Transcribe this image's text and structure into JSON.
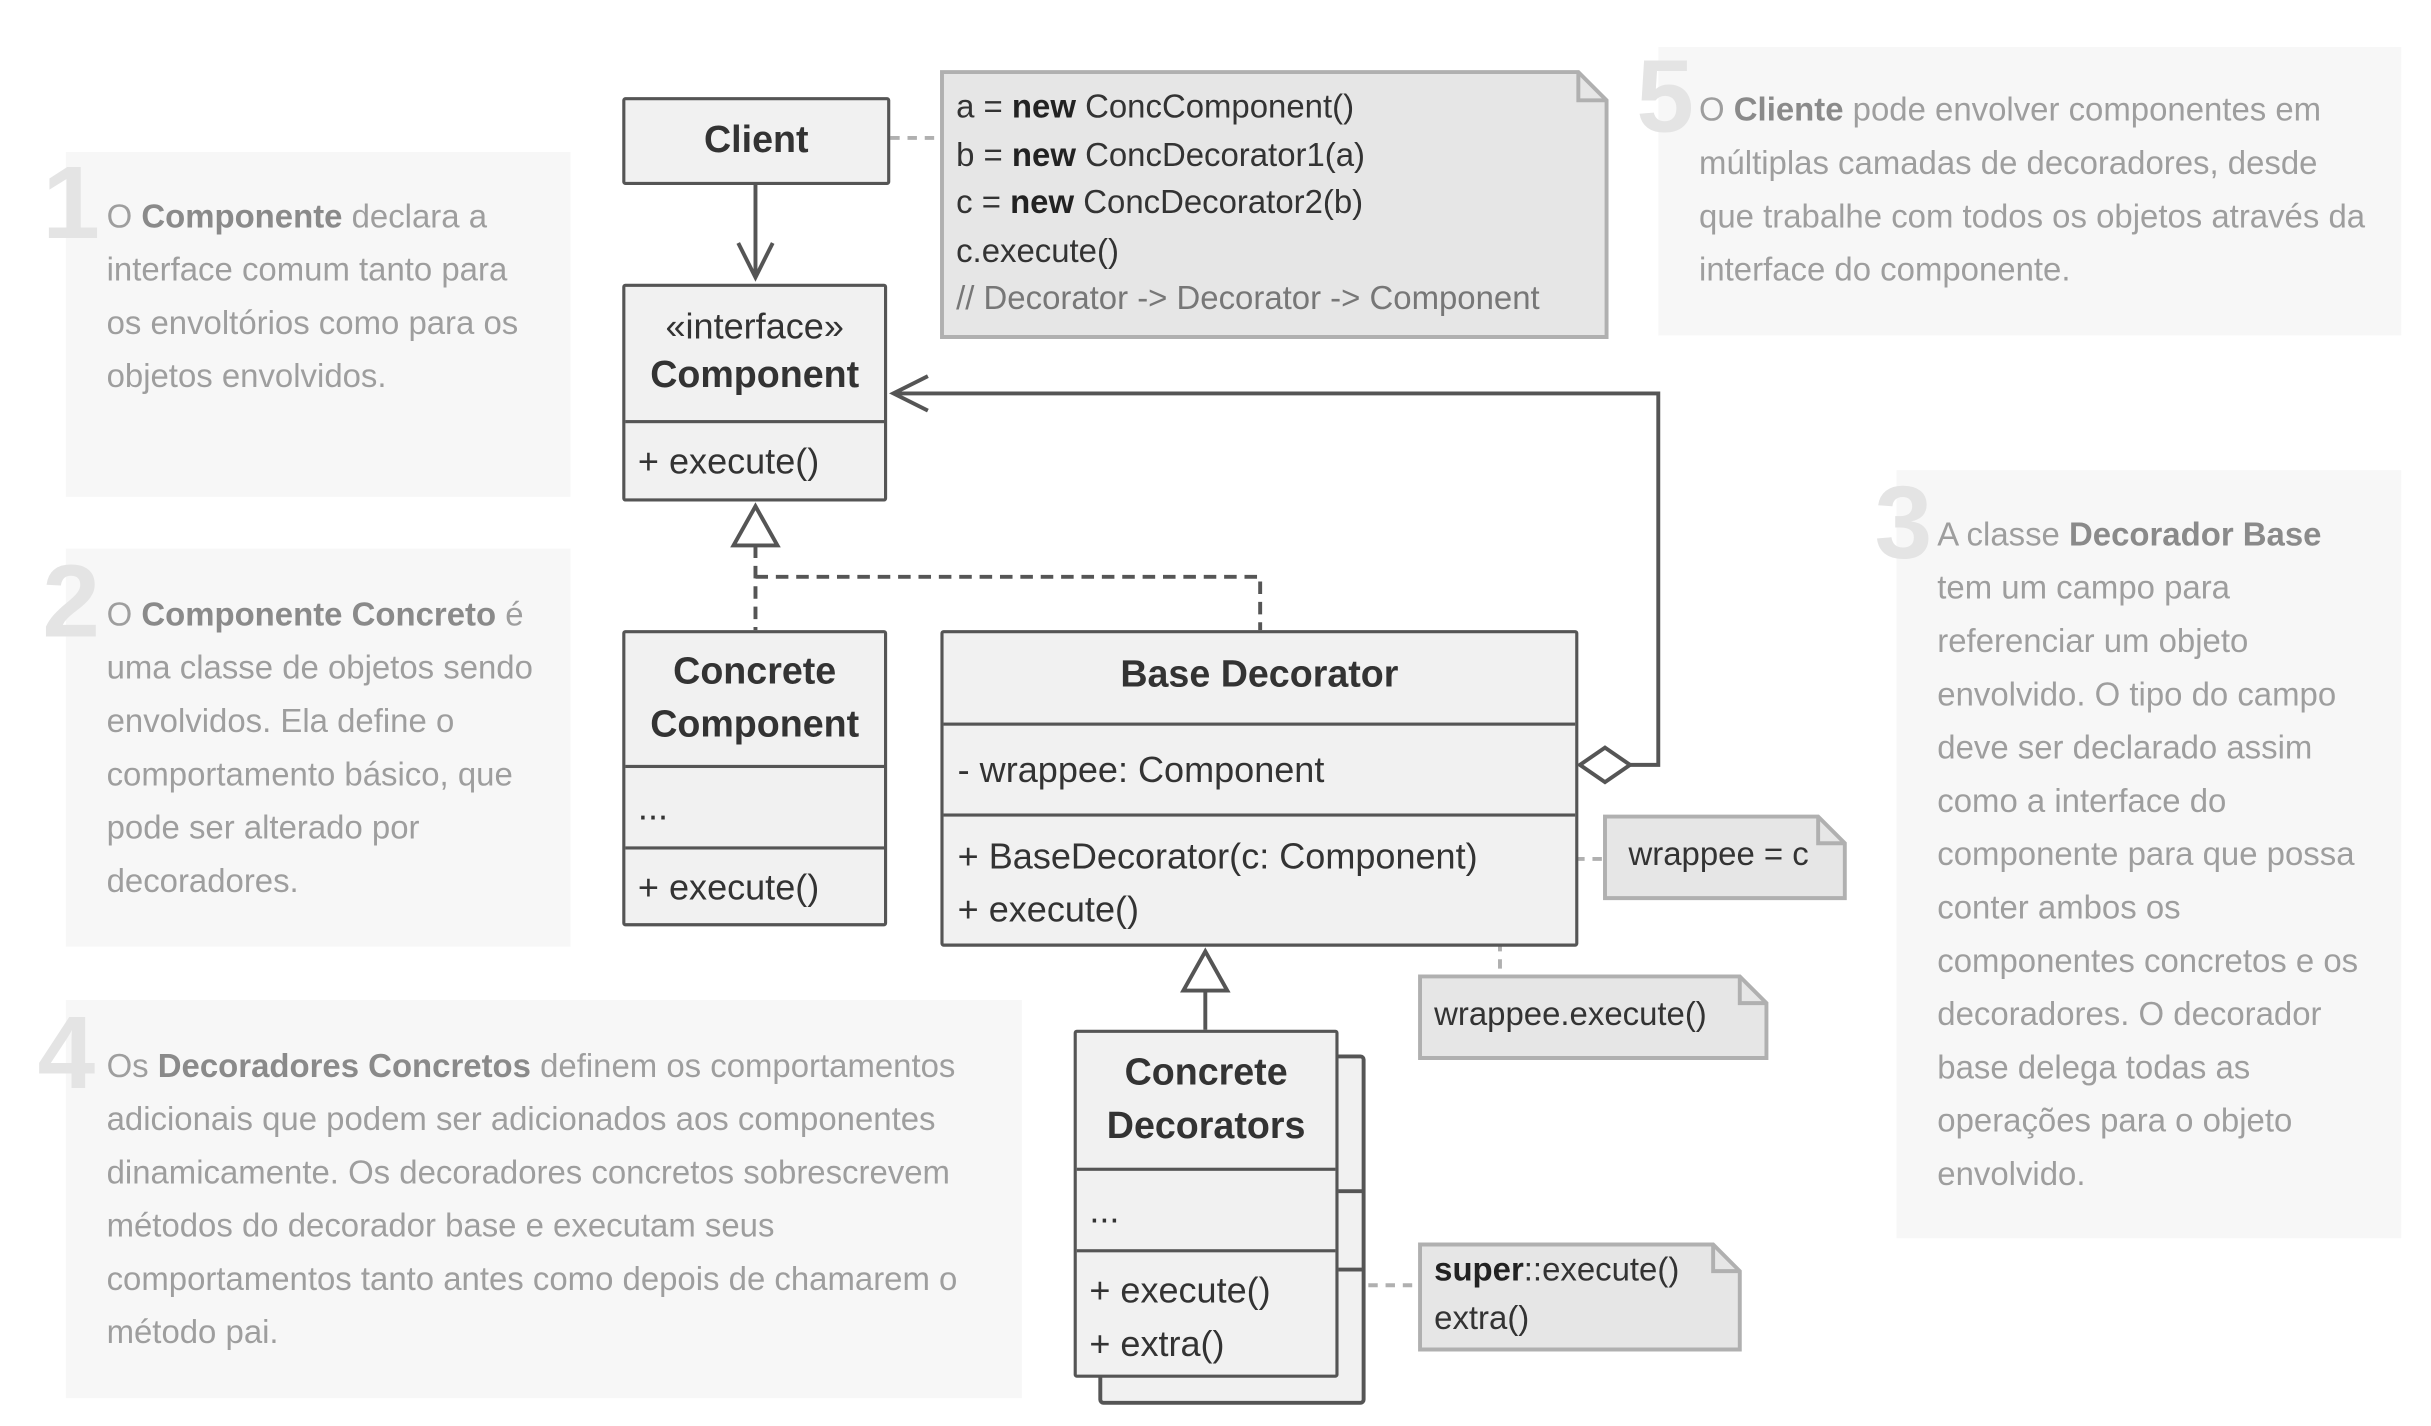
{
  "classes": {
    "client": {
      "title": "Client"
    },
    "component": {
      "stereotype": "«interface»",
      "title": "Component",
      "method": "+ execute()"
    },
    "concrete_component": {
      "title_line1": "Concrete",
      "title_line2": "Component",
      "fields": "...",
      "method": "+ execute()"
    },
    "base_decorator": {
      "title": "Base Decorator",
      "field": "- wrappee: Component",
      "method1": "+ BaseDecorator(c: Component)",
      "method2": "+ execute()"
    },
    "concrete_decorators": {
      "title_line1": "Concrete",
      "title_line2": "Decorators",
      "fields": "...",
      "method1": "+ execute()",
      "method2": "+ extra()"
    }
  },
  "code_notes": {
    "client": {
      "line1_pre": "a = ",
      "line1_kw": "new",
      "line1_post": " ConcComponent()",
      "line2_pre": "b = ",
      "line2_kw": "new",
      "line2_post": " ConcDecorator1(a)",
      "line3_pre": "c = ",
      "line3_kw": "new",
      "line3_post": " ConcDecorator2(b)",
      "line4": "c.execute()",
      "line5": "// Decorator -> Decorator -> Component"
    },
    "constructor": "wrappee = c",
    "execute": "wrappee.execute()",
    "concrete_execute": {
      "kw": "super",
      "rest": "::execute()",
      "line2": "extra()"
    }
  },
  "descriptions": [
    {
      "number": "1",
      "p1": "O ",
      "b1": "Componente",
      "p2": " declara a interface comum tanto para os envoltórios como para os objetos envolvidos."
    },
    {
      "number": "2",
      "p1": "O ",
      "b1": "Componente Concreto",
      "p2": " é uma classe de objetos sendo envolvidos. Ela define o comportamento básico, que pode ser alterado por decoradores."
    },
    {
      "number": "3",
      "p1": "A classe ",
      "b1": "Decorador Base",
      "p2": " tem um campo para referenciar um objeto envolvido. O tipo do campo deve ser declarado assim como a interface do componente para que possa conter ambos os componentes concretos e os decoradores. O decorador base delega todas as operações para o objeto envolvido."
    },
    {
      "number": "4",
      "p1": "Os ",
      "b1": "Decoradores Concretos",
      "p2": " definem os comportamentos adicionais que podem ser adicionados aos componentes dinamicamente. Os decoradores concretos sobrescrevem métodos do decorador base e executam seus comportamentos tanto antes como depois de chamarem o método pai."
    },
    {
      "number": "5",
      "p1": "O ",
      "b1": "Cliente",
      "p2": " pode envolver componentes em múltiplas camadas de decoradores, desde que trabalhe com todos os objetos através da interface do componente."
    }
  ]
}
